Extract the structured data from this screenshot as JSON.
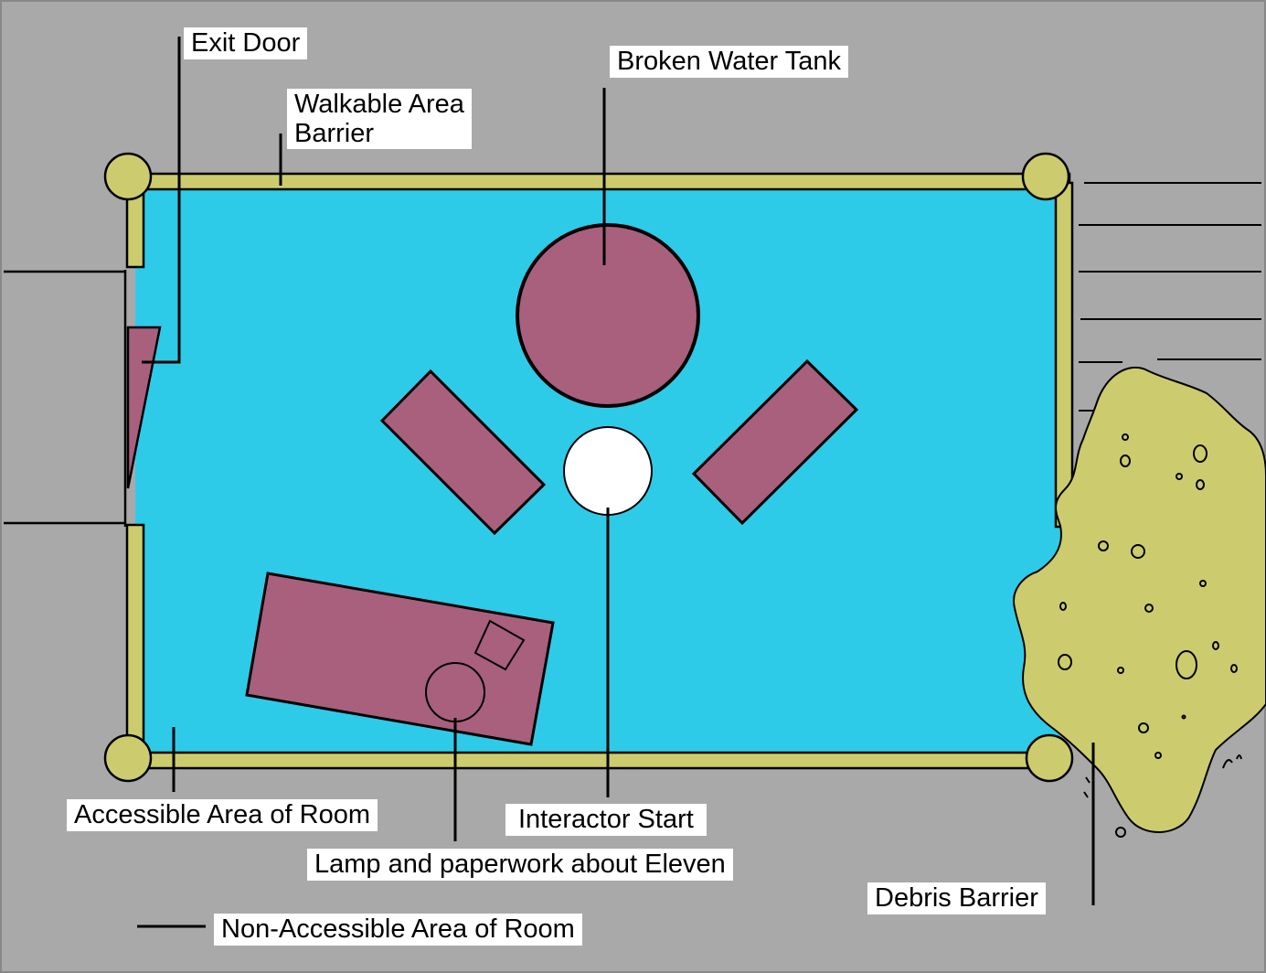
{
  "colors": {
    "background": "#a9a9a9",
    "floor": "#2ecbe9",
    "wall": "#cccc6e",
    "furniture": "#a8607c",
    "start_marker": "#ffffff",
    "outline": "#000000",
    "label_bg": "#ffffff"
  },
  "labels": {
    "exit_door": "Exit Door",
    "walkable_barrier_line1": "Walkable Area",
    "walkable_barrier_line2": "Barrier",
    "broken_water_tank": "Broken Water Tank",
    "accessible_area": "Accessible Area of Room",
    "interactor_start": "Interactor Start",
    "lamp_paperwork": "Lamp and paperwork about Eleven",
    "debris_barrier": "Debris Barrier",
    "non_accessible": "Non-Accessible Area of Room"
  }
}
